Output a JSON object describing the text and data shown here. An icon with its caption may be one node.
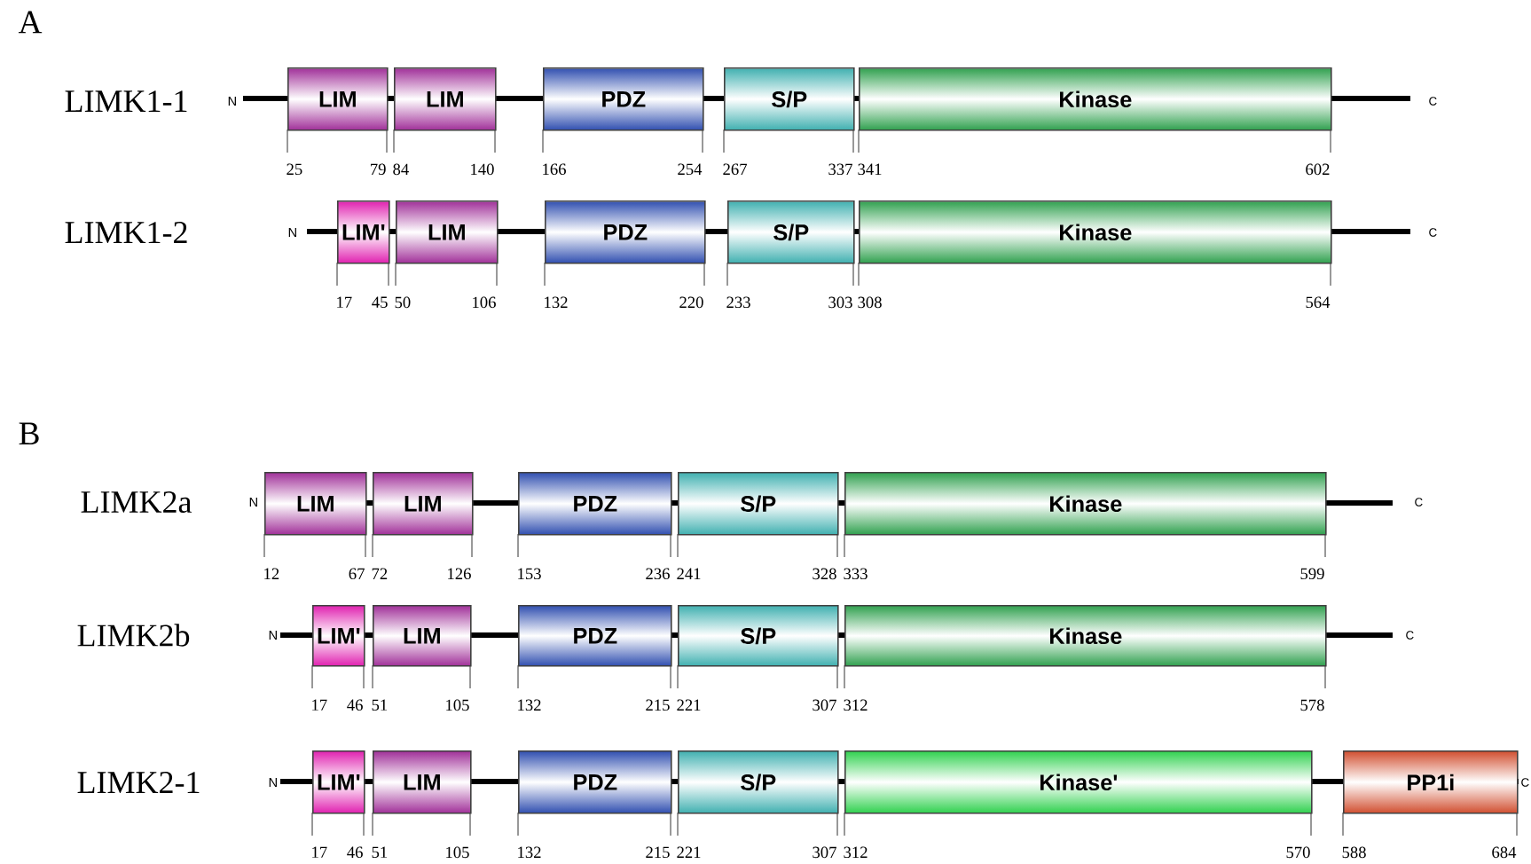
{
  "diagram": {
    "nodes": [
      {
        "text": [
          "LIM"
        ],
        "beside": [
          "25",
          "79"
        ]
      },
      {
        "text": [
          "LIM"
        ],
        "beside": [
          "84",
          "140"
        ]
      },
      {
        "text": [
          "PDZ"
        ],
        "beside": [
          "166",
          "254"
        ]
      },
      {
        "text": [
          "S/P"
        ],
        "beside": [
          "267",
          "337"
        ]
      },
      {
        "text": [
          "Kinase"
        ],
        "beside": [
          "341",
          "602"
        ]
      },
      {
        "text": [
          "LIM'"
        ],
        "beside": [
          "17",
          "45"
        ]
      },
      {
        "text": [
          "LIM"
        ],
        "beside": [
          "50",
          "106"
        ]
      },
      {
        "text": [
          "PDZ"
        ],
        "beside": [
          "132",
          "220"
        ]
      },
      {
        "text": [
          "S/P"
        ],
        "beside": [
          "233",
          "303"
        ]
      },
      {
        "text": [
          "Kinase"
        ],
        "beside": [
          "308",
          "564"
        ]
      },
      {
        "text": [
          "LIM"
        ],
        "beside": [
          "12",
          "67"
        ]
      },
      {
        "text": [
          "LIM"
        ],
        "beside": [
          "72",
          "126"
        ]
      },
      {
        "text": [
          "PDZ"
        ],
        "beside": [
          "153",
          "236"
        ]
      },
      {
        "text": [
          "S/P"
        ],
        "beside": [
          "241",
          "328"
        ]
      },
      {
        "text": [
          "Kinase"
        ],
        "beside": [
          "333",
          "599"
        ]
      },
      {
        "text": [
          "LIM'"
        ],
        "beside": [
          "17",
          "46"
        ]
      },
      {
        "text": [
          "LIM"
        ],
        "beside": [
          "51",
          "105"
        ]
      },
      {
        "text": [
          "PDZ"
        ],
        "beside": [
          "132",
          "215"
        ]
      },
      {
        "text": [
          "S/P"
        ],
        "beside": [
          "221",
          "307"
        ]
      },
      {
        "text": [
          "Kinase"
        ],
        "beside": [
          "312",
          "578"
        ]
      },
      {
        "text": [
          "LIM'"
        ],
        "beside": [
          "17",
          "46"
        ]
      },
      {
        "text": [
          "LIM"
        ],
        "beside": [
          "51",
          "105"
        ]
      },
      {
        "text": [
          "PDZ"
        ],
        "beside": [
          "132",
          "215"
        ]
      },
      {
        "text": [
          "S/P"
        ],
        "beside": [
          "221",
          "307"
        ]
      },
      {
        "text": [
          "Kinase'"
        ],
        "beside": [
          "312",
          "570"
        ]
      },
      {
        "text": [
          "PP1i"
        ],
        "beside": [
          "588",
          "684"
        ]
      }
    ],
    "labels": [
      "A",
      "LIMK1-1",
      "N",
      "C",
      "LIMK1-2",
      "N",
      "C",
      "B",
      "LIMK2a",
      "N",
      "C",
      "LIMK2b",
      "N",
      "C",
      "LIMK2-1",
      "N",
      "C"
    ]
  }
}
